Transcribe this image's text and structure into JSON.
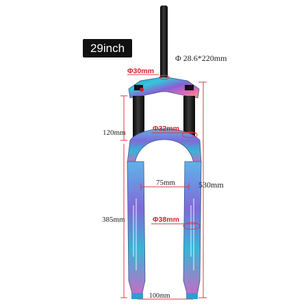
{
  "size_badge": "29inch",
  "labels": {
    "steerer": "Φ 28.6*220mm",
    "phi30": "Φ30mm",
    "phi32": "Φ32mm",
    "phi38": "Φ38mm",
    "dim120": "120mm",
    "dim75": "75mm",
    "dim530": "530mm",
    "dim385": "385mm",
    "dim100": "100mm"
  },
  "colors": {
    "dimension_line": "#e0353f",
    "accent_red": "#d11f2b",
    "fork_stanchion": "#141414",
    "fork_iridescent": [
      "#2f8fd8",
      "#36c7d9",
      "#8a5fd6",
      "#e46bb4",
      "#f2a25c"
    ]
  }
}
